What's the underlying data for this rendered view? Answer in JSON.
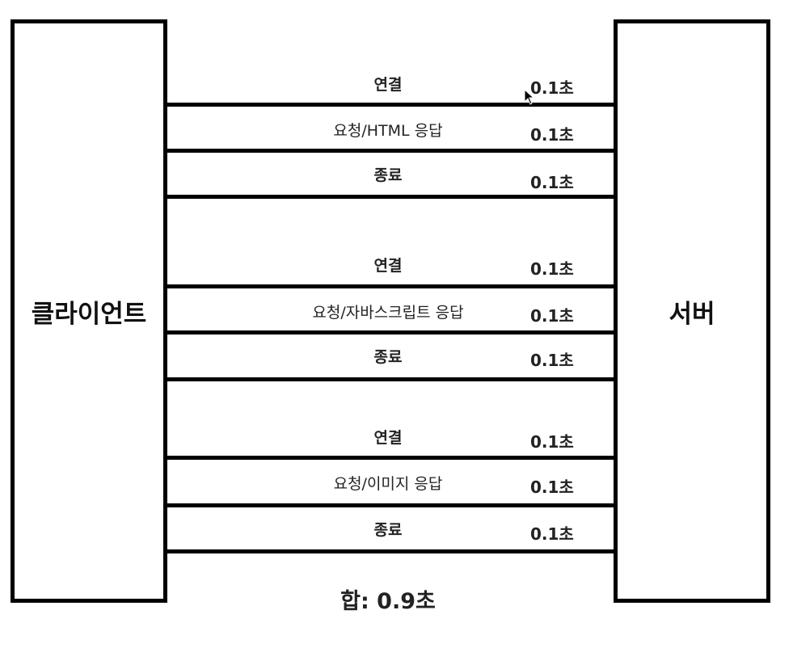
{
  "client": "클라이언트",
  "server": "서버",
  "groups": [
    {
      "steps": [
        {
          "label": "연결",
          "time": "0.1초"
        },
        {
          "label": "요청/HTML 응답",
          "time": "0.1초"
        },
        {
          "label": "종료",
          "time": "0.1초"
        }
      ]
    },
    {
      "steps": [
        {
          "label": "연결",
          "time": "0.1초"
        },
        {
          "label": "요청/자바스크립트 응답",
          "time": "0.1초"
        },
        {
          "label": "종료",
          "time": "0.1초"
        }
      ]
    },
    {
      "steps": [
        {
          "label": "연결",
          "time": "0.1초"
        },
        {
          "label": "요청/이미지 응답",
          "time": "0.1초"
        },
        {
          "label": "종료",
          "time": "0.1초"
        }
      ]
    }
  ],
  "total": "합: 0.9초"
}
